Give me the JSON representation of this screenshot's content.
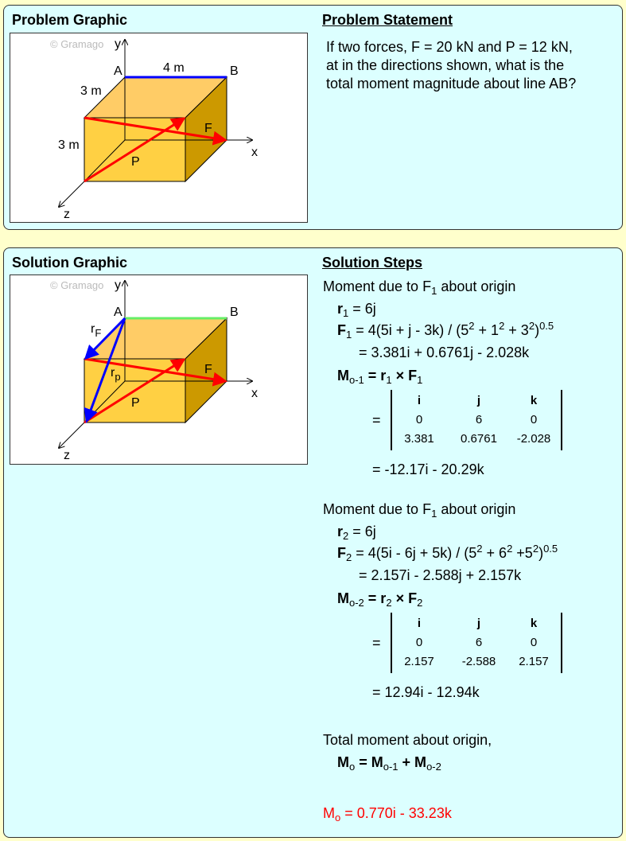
{
  "problem": {
    "graphic_title": "Problem Graphic",
    "statement_title": "Problem Statement",
    "statement": [
      "If two forces, F = 20 kN and P = 12 kN,",
      "at in the directions shown, what is the",
      "total moment magnitude about line AB?"
    ]
  },
  "diagram": {
    "watermark": "© Gramago",
    "labels": {
      "A": "A",
      "B": "B",
      "x": "x",
      "y": "y",
      "z": "z",
      "F": "F",
      "P": "P",
      "w": "4 m",
      "d": "3 m",
      "h": "3 m",
      "rF": "r",
      "rF_sub": "F",
      "rp": "r",
      "rp_sub": "p"
    },
    "colors": {
      "top": "#ffcc66",
      "front": "#ffcc33",
      "side": "#cc9900",
      "force": "#ff0000",
      "position": "#0000ff",
      "ab_problem": "#0000ff",
      "ab_solution": "#66ee66"
    }
  },
  "solution": {
    "graphic_title": "Solution Graphic",
    "steps_title": "Solution Steps",
    "s1": {
      "heading": "Moment due to F",
      "heading_sub": "1",
      "heading_tail": " about origin",
      "r": "r",
      "r_sub": "1",
      "r_val": " = 6j",
      "F": "F",
      "F_sub": "1",
      "F_expr": " = 4(5i + j - 3k) / (5",
      "F_exp2": "2",
      "F_mid1": " + 1",
      "F_exp3": "2",
      "F_mid2": " + 3",
      "F_exp4": "2",
      "F_end": ")",
      "F_pow": "0.5",
      "F_val": "= 3.381i + 0.6761j - 2.028k",
      "M": "M",
      "M_sub": "o-1",
      "M_expr": " = r",
      "M_r_sub": "1",
      "M_x": " × F",
      "M_F_sub": "1",
      "matrix": [
        [
          "i",
          "j",
          "k"
        ],
        [
          "0",
          "6",
          "0"
        ],
        [
          "3.381",
          "0.6761",
          "-2.028"
        ]
      ],
      "result": "= -12.17i - 20.29k"
    },
    "s2": {
      "heading": "Moment due to F",
      "heading_sub": "1",
      "heading_tail": " about origin",
      "r": "r",
      "r_sub": "2",
      "r_val": " = 6j",
      "F": "F",
      "F_sub": "2",
      "F_expr": " = 4(5i - 6j + 5k) / (5",
      "F_exp2": "2",
      "F_mid1": " + 6",
      "F_exp3": "2",
      "F_mid2": " +5",
      "F_exp4": "2",
      "F_end": ")",
      "F_pow": "0.5",
      "F_val": "= 2.157i - 2.588j + 2.157k",
      "M": "M",
      "M_sub": "o-2",
      "M_expr": " = r",
      "M_r_sub": "2",
      "M_x": " × F",
      "M_F_sub": "2",
      "matrix": [
        [
          "i",
          "j",
          "k"
        ],
        [
          "0",
          "6",
          "0"
        ],
        [
          "2.157",
          "-2.588",
          "2.157"
        ]
      ],
      "result": "= 12.94i - 12.94k"
    },
    "total": {
      "heading": "Total moment about origin,",
      "M": "M",
      "M_sub": "o",
      "expr1": " = M",
      "sub1": "o-1",
      "expr2": " + M",
      "sub2": "o-2",
      "final": "M",
      "final_sub": "o",
      "final_val": " = 0.770i - 33.23k"
    },
    "eq": "="
  }
}
